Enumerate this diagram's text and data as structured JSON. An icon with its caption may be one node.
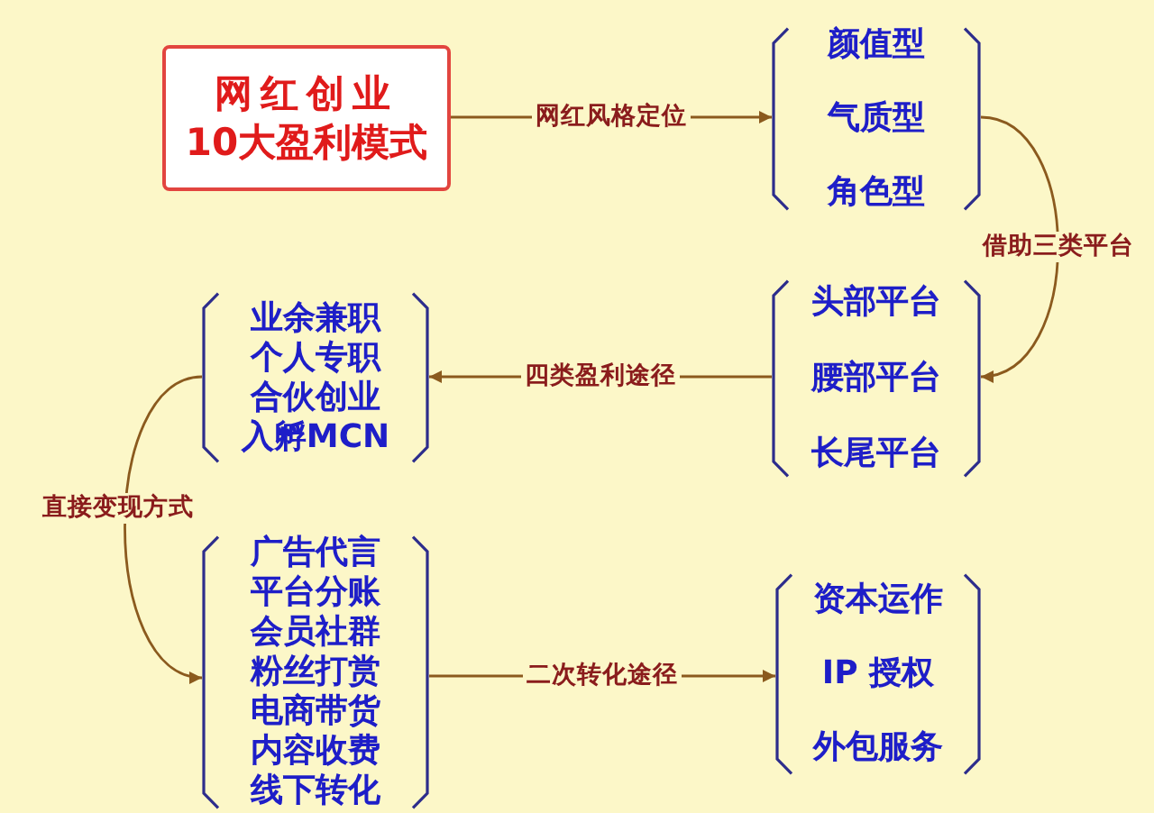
{
  "diagram": {
    "nodes": [
      {
        "text": [
          "网红创业",
          "10大盈利模式"
        ]
      },
      {
        "text": [
          "颜值型",
          "气质型",
          "角色型"
        ]
      },
      {
        "text": [
          "头部平台",
          "腰部平台",
          "长尾平台"
        ]
      },
      {
        "text": [
          "业余兼职",
          "个人专职",
          "合伙创业",
          "入孵MCN"
        ]
      },
      {
        "text": [
          "广告代言",
          "平台分账",
          "会员社群",
          "粉丝打赏",
          "电商带货",
          "内容收费",
          "线下转化"
        ]
      },
      {
        "text": [
          "资本运作",
          "IP 授权",
          "外包服务"
        ]
      }
    ],
    "edges": [
      {
        "from": 0,
        "to": 1,
        "arrow": "to",
        "label": "网红风格定位"
      },
      {
        "from": 1,
        "to": 2,
        "arrow": "to",
        "label": "借助三类平台"
      },
      {
        "from": 2,
        "to": 3,
        "arrow": "to",
        "label": "四类盈利途径"
      },
      {
        "from": 3,
        "to": 4,
        "arrow": "to",
        "label": "直接变现方式"
      },
      {
        "from": 4,
        "to": 5,
        "arrow": "to",
        "label": "二次转化途径"
      }
    ]
  }
}
